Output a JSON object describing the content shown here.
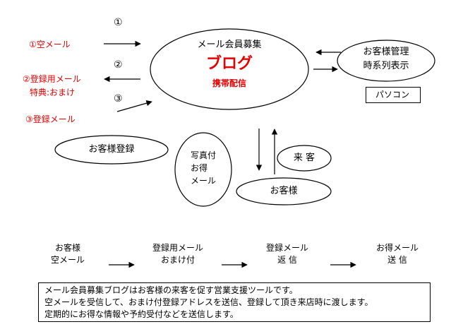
{
  "steps": {
    "s1_num": "①",
    "s2_num": "②",
    "s3_num": "③",
    "s1_label": "①空メール",
    "s2_label_line1": "②登録用メール",
    "s2_label_line2": "特典:おまけ",
    "s3_label": "③登録メール"
  },
  "center": {
    "line1": "メール会員募集",
    "line2": "ブログ",
    "line3": "携帯配信"
  },
  "management": {
    "line1": "お客様管理",
    "line2": "時系列表示",
    "pc_label": "パソコン"
  },
  "registration": "お客様登録",
  "photo_bubble": {
    "line1": "写真付",
    "line2": "お得",
    "line3": "メール"
  },
  "visit": "来 客",
  "customer": "お客様",
  "flow": [
    {
      "line1": "お客様",
      "line2": "空メール"
    },
    {
      "line1": "登録用メール",
      "line2": "おまけ付"
    },
    {
      "line1": "登録メール",
      "line2": "返 信"
    },
    {
      "line1": "お得メール",
      "line2": "送 信"
    }
  ],
  "note": {
    "line1": "メール会員募集ブログはお客様の来客を促す営業支援ツールです。",
    "line2": "空メールを受信して、おまけ付登録アドレスを送信、登録して頂き来店時に渡します。",
    "line3": "定期的にお得な情報や予約受付などを送信します。"
  },
  "colors": {
    "accent_red": "#e60000",
    "stroke": "#000000"
  }
}
